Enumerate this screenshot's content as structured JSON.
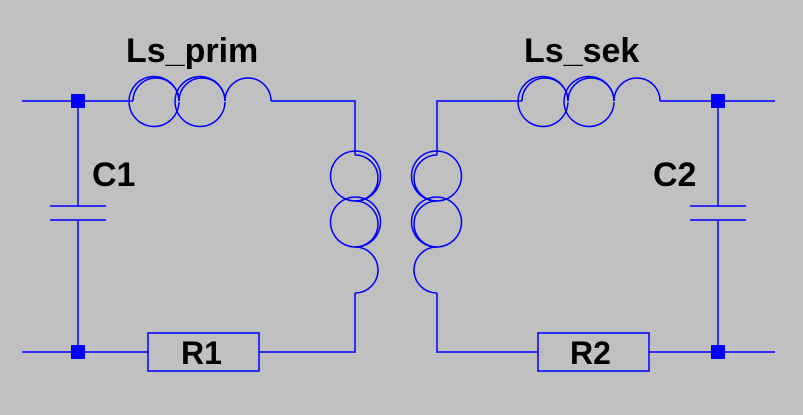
{
  "schematic": {
    "labels": {
      "ls_prim": "Ls_prim",
      "ls_sek": "Ls_sek",
      "c1": "C1",
      "c2": "C2",
      "r1": "R1",
      "r2": "R2"
    },
    "colors": {
      "background": "#c0c0c0",
      "wire": "#0000ff",
      "text": "#000000"
    }
  }
}
